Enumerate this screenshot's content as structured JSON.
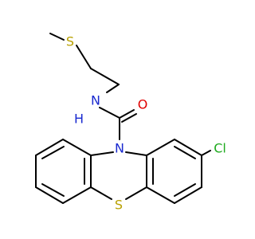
{
  "molecule": {
    "atoms": {
      "sulfur_chain": {
        "label": "S",
        "color": "#b8a000"
      },
      "nitrogen_amide": {
        "label": "N",
        "color": "#1a2ad0"
      },
      "hydrogen_amide": {
        "label": "H",
        "color": "#1a2ad0"
      },
      "oxygen_carbonyl": {
        "label": "O",
        "color": "#e00000"
      },
      "nitrogen_ring": {
        "label": "N",
        "color": "#1a2ad0"
      },
      "chlorine": {
        "label": "Cl",
        "color": "#1faa1f"
      },
      "sulfur_ring": {
        "label": "S",
        "color": "#b8a000"
      }
    }
  }
}
